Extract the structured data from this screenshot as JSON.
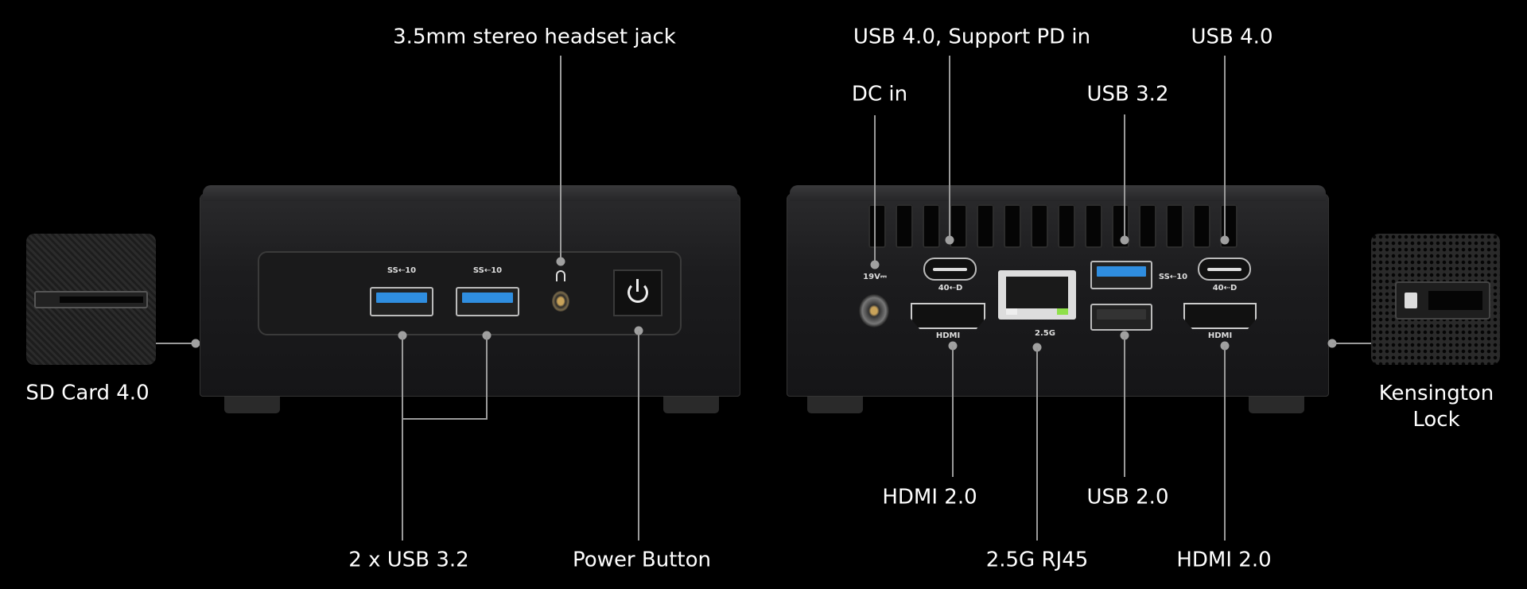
{
  "front_labels": {
    "headset": "3.5mm stereo headset jack",
    "usb": "2 x USB 3.2",
    "power": "Power Button",
    "sd": "SD Card 4.0"
  },
  "rear_labels": {
    "usb4_pd": "USB 4.0, Support PD in",
    "dc": "DC in",
    "usb32": "USB 3.2",
    "usb4": "USB 4.0",
    "hdmi_left": "HDMI 2.0",
    "rj45": "2.5G RJ45",
    "usb20": "USB 2.0",
    "hdmi_right": "HDMI 2.0",
    "kensington_line1": "Kensington",
    "kensington_line2": "Lock"
  },
  "port_markings": {
    "ss10": "SS⇠10",
    "dc_voltage": "19V⎓",
    "hdmi": "HDMI",
    "lan_speed": "2.5G",
    "usb4_mark": "40⇠D"
  },
  "colors": {
    "background": "#000000",
    "usb3_blue": "#2f8ee0",
    "leader": "#9a9a9a"
  }
}
